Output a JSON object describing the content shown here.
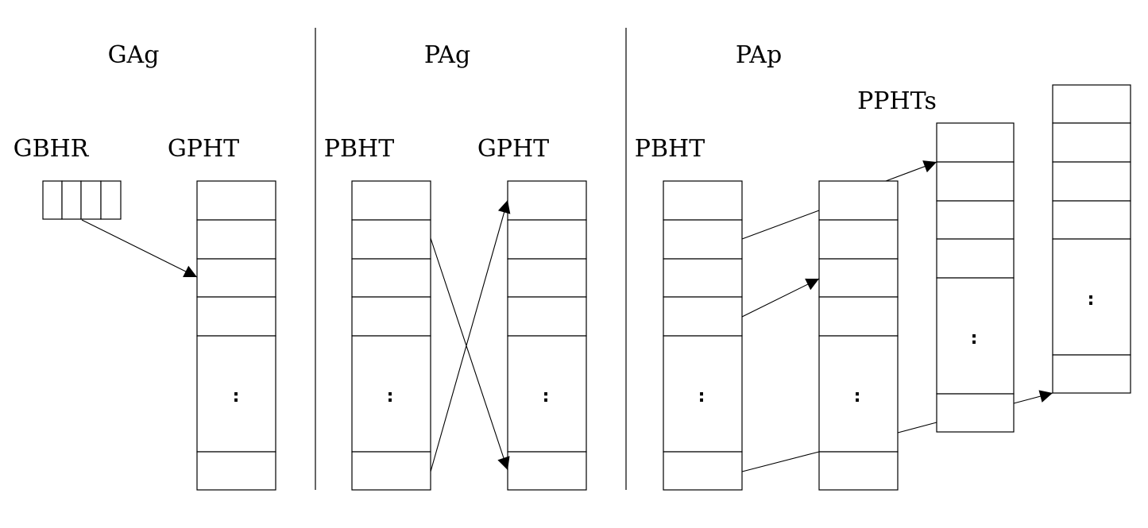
{
  "sections": {
    "gag": {
      "title": "GAg",
      "register_label": "GBHR",
      "table_label": "GPHT",
      "ellipsis": ":"
    },
    "pag": {
      "title": "PAg",
      "history_label": "PBHT",
      "table_label": "GPHT",
      "ellipsis": ":"
    },
    "pap": {
      "title": "PAp",
      "history_label": "PBHT",
      "tables_label": "PPHTs",
      "ellipsis": ":"
    }
  }
}
